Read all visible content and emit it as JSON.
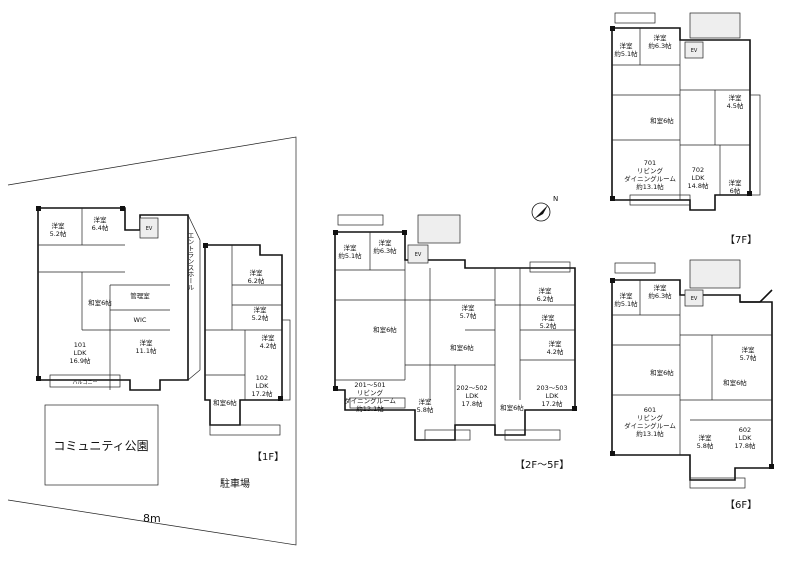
{
  "floor_labels": {
    "f1": "【1F】",
    "f2_5": "【2F～5F】",
    "f6": "【6F】",
    "f7": "【7F】"
  },
  "site": {
    "park": "コミュニティ公園",
    "parking": "駐車場",
    "road_width": "8m",
    "entrance_hall": "エントランスホール",
    "north": "N"
  },
  "common": {
    "ev": "EV",
    "balcony": "バルコニー"
  },
  "rooms_1f": {
    "r1": "洋室",
    "r1_size": "5.2帖",
    "r2": "洋室",
    "r2_size": "6.4帖",
    "manager": "管理室",
    "wic": "WIC",
    "washitsu": "和室6帖",
    "unit101": "101",
    "unit101_ldk": "LDK",
    "unit101_size": "16.9帖",
    "r3": "洋室",
    "r3_size": "11.1帖",
    "r4": "洋室",
    "r4_size": "6.2帖",
    "r5": "洋室",
    "r5_size": "5.2帖",
    "r6": "洋室",
    "r6_size": "4.2帖",
    "washitsu2": "和室6帖",
    "unit102": "102",
    "unit102_ldk": "LDK",
    "unit102_size": "17.2帖"
  },
  "rooms_2f": {
    "r1": "洋室",
    "r1_size": "約5.1帖",
    "r2": "洋室",
    "r2_size": "約6.3帖",
    "washitsu": "和室6帖",
    "unit201": "201～501",
    "living": "リビング",
    "dining": "ダイニングルーム",
    "unit201_size": "約13.1帖",
    "r3": "洋室",
    "r3_size": "5.7帖",
    "washitsu2": "和室6帖",
    "r4": "洋室",
    "r4_size": "5.8帖",
    "unit202": "202～502",
    "unit202_ldk": "LDK",
    "unit202_size": "17.8帖",
    "r5": "洋室",
    "r5_size": "6.2帖",
    "r6": "洋室",
    "r6_size": "5.2帖",
    "r7": "洋室",
    "r7_size": "4.2帖",
    "washitsu3": "和室6帖",
    "unit203": "203～503",
    "unit203_ldk": "LDK",
    "unit203_size": "17.2帖"
  },
  "rooms_6f": {
    "r1": "洋室",
    "r1_size": "約5.1帖",
    "r2": "洋室",
    "r2_size": "約6.3帖",
    "washitsu": "和室6帖",
    "unit601": "601",
    "living": "リビング",
    "dining": "ダイニングルーム",
    "unit601_size": "約13.1帖",
    "r3": "洋室",
    "r3_size": "5.7帖",
    "washitsu2": "和室6帖",
    "r4": "洋室",
    "r4_size": "5.8帖",
    "unit602": "602",
    "unit602_ldk": "LDK",
    "unit602_size": "17.8帖"
  },
  "rooms_7f": {
    "r1": "洋室",
    "r1_size": "約5.1帖",
    "r2": "洋室",
    "r2_size": "約6.3帖",
    "washitsu": "和室6帖",
    "unit701": "701",
    "living": "リビング",
    "dining": "ダイニングルーム",
    "unit701_size": "約13.1帖",
    "r3": "洋室",
    "r3_size": "4.5帖",
    "unit702": "702",
    "unit702_ldk": "LDK",
    "unit702_size": "14.8帖",
    "r4": "洋室",
    "r4_size": "6帖"
  }
}
